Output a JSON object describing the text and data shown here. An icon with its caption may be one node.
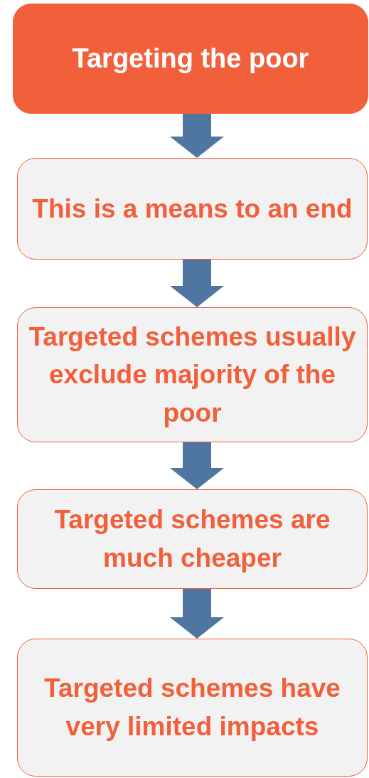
{
  "diagram": {
    "nodes": [
      {
        "text": [
          "Targeting the poor"
        ]
      },
      {
        "text": [
          "This is a means to an end"
        ]
      },
      {
        "text": [
          "Targeted schemes usually exclude majority of the poor"
        ]
      },
      {
        "text": [
          "Targeted schemes are much cheaper"
        ]
      },
      {
        "text": [
          "Targeted schemes have very limited impacts"
        ]
      }
    ],
    "edges": [
      {
        "from": 0,
        "to": 1,
        "arrow": "to"
      },
      {
        "from": 1,
        "to": 2,
        "arrow": "to"
      },
      {
        "from": 2,
        "to": 3,
        "arrow": "to"
      },
      {
        "from": 3,
        "to": 4,
        "arrow": "to"
      }
    ]
  }
}
